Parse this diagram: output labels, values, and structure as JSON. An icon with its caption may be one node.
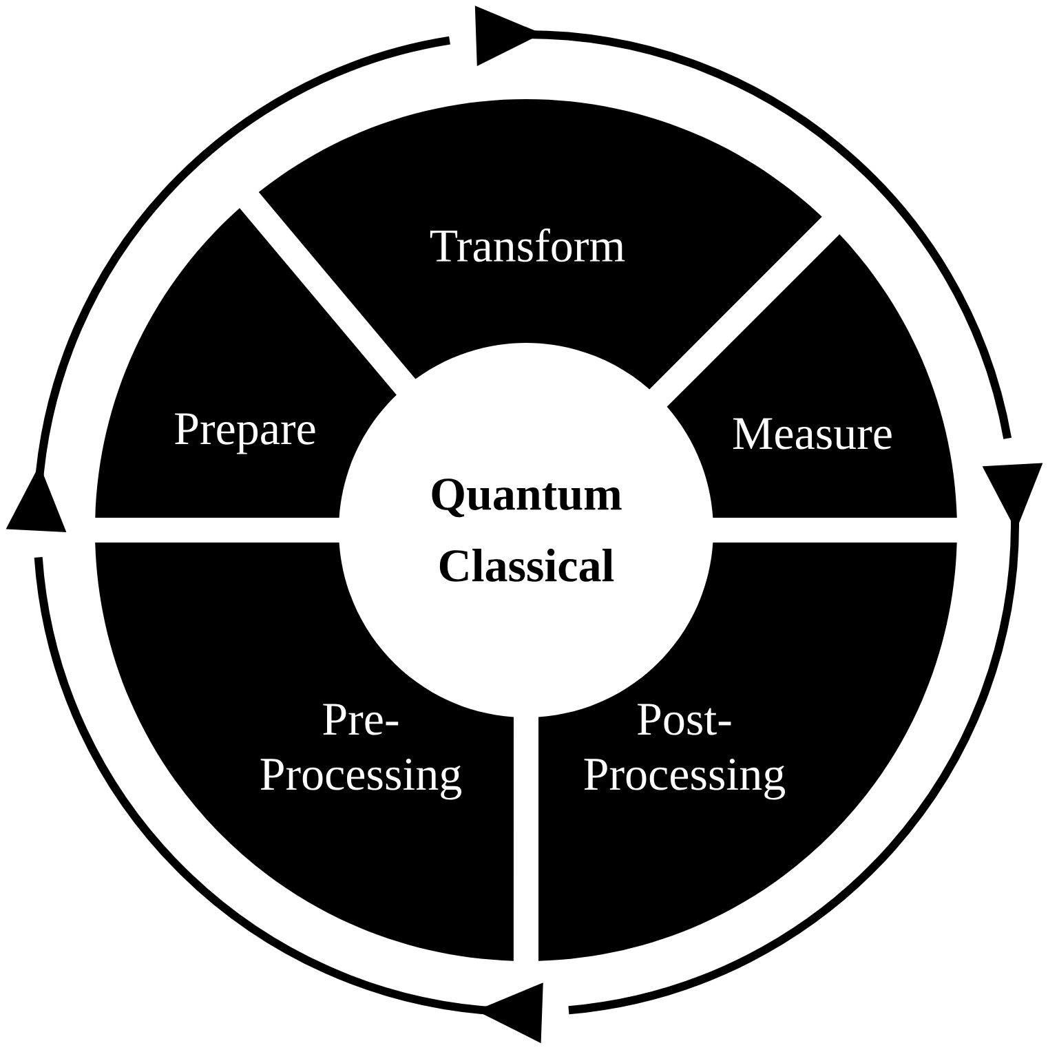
{
  "diagram": {
    "nodes": [
      {
        "text": [
          "Transform"
        ]
      },
      {
        "text": [
          "Prepare"
        ]
      },
      {
        "text": [
          "Measure"
        ]
      },
      {
        "text": [
          "Quantum",
          "Classical"
        ]
      },
      {
        "text": [
          "Pre- Processing"
        ]
      },
      {
        "text": [
          "Post- Processing"
        ]
      }
    ]
  }
}
